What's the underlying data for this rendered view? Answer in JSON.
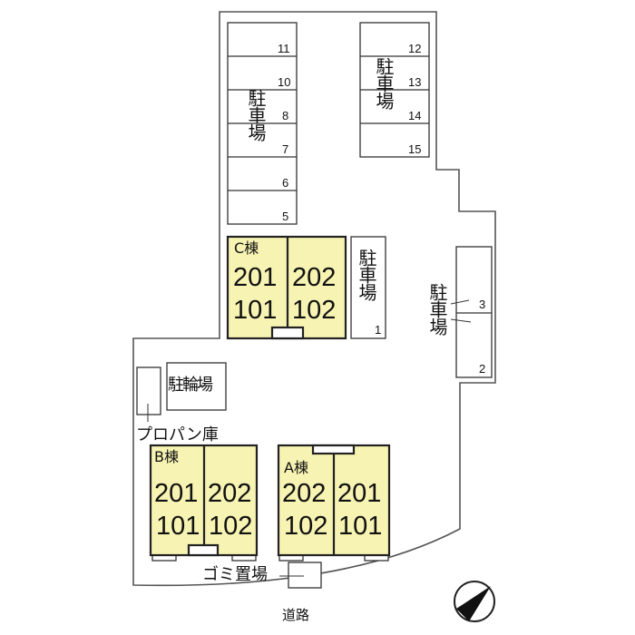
{
  "colors": {
    "building_fill": "#f7f3b2",
    "line": "#333333"
  },
  "parking": {
    "label": "駐車場",
    "left_column": [
      "11",
      "10",
      "8",
      "7",
      "6",
      "5"
    ],
    "right_column": [
      "12",
      "13",
      "14",
      "15"
    ],
    "middle_space": "1",
    "right_spaces": [
      "3",
      "2"
    ]
  },
  "buildings": {
    "c": {
      "name": "C棟",
      "left": [
        "201",
        "101"
      ],
      "right": [
        "202",
        "102"
      ]
    },
    "b": {
      "name": "B棟",
      "left": [
        "201",
        "101"
      ],
      "right": [
        "202",
        "102"
      ]
    },
    "a": {
      "name": "A棟",
      "left": [
        "202",
        "102"
      ],
      "right": [
        "201",
        "101"
      ]
    }
  },
  "facilities": {
    "bicycle": "駐輪場",
    "propane": "プロパン庫",
    "garbage": "ゴミ置場",
    "road": "道路"
  },
  "icons": {
    "compass": "north-arrow-icon"
  }
}
